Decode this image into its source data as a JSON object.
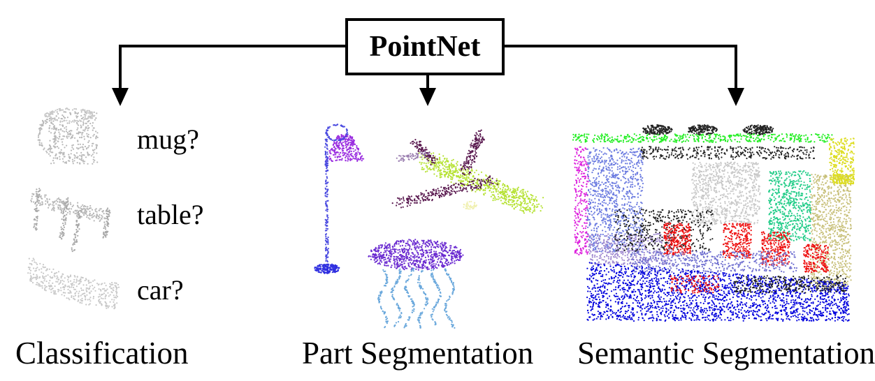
{
  "root": {
    "title": "PointNet"
  },
  "classification": {
    "label": "Classification",
    "classes": [
      "mug?",
      "table?",
      "car?"
    ]
  },
  "part_segmentation": {
    "label": "Part Segmentation"
  },
  "semantic_segmentation": {
    "label": "Semantic Segmentation"
  },
  "colors": {
    "line": "#000000",
    "gray_object": "#b8b8b8",
    "lamp_purple": "#9b2fe0",
    "lamp_blue": "#4a4ae0",
    "plane_green": "#b6e234",
    "plane_purple": "#5a1a50",
    "table_top": "#6a2ad0",
    "table_legs": "#6aa8dc",
    "room_green": "#22ee22",
    "room_blue": "#0000dd",
    "room_red": "#ee1111",
    "room_yellow": "#dddd22",
    "room_olive": "#c8c07a",
    "room_teal": "#22cc88",
    "room_periwinkle": "#6a7ae0",
    "room_magenta": "#dd22dd",
    "room_black": "#222222",
    "room_lavender": "#a08ad0"
  }
}
